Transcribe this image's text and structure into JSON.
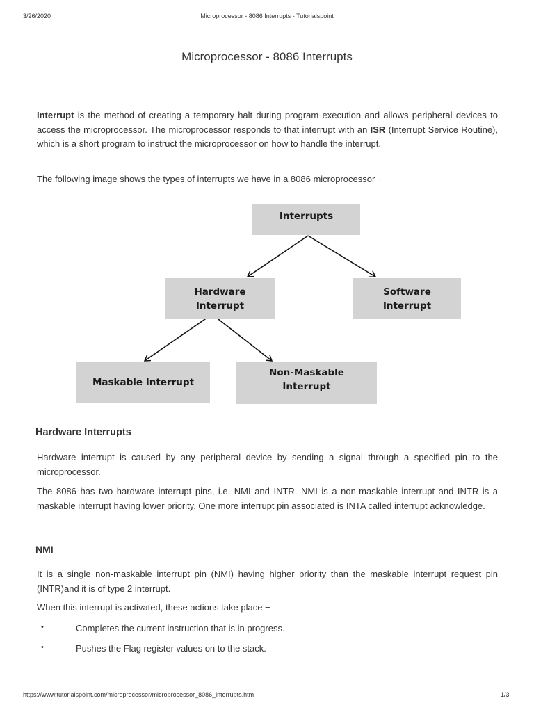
{
  "print_header": {
    "date": "3/26/2020",
    "title": "Microprocessor - 8086 Interrupts - Tutorialspoint"
  },
  "page_title": "Microprocessor - 8086 Interrupts",
  "intro": {
    "term": "Interrupt",
    "text1": " is the method of creating a temporary halt during program execution and allows peripheral devices to access the microprocessor. The microprocessor responds to that interrupt with an ",
    "isr": "ISR",
    "text2": " (Interrupt Service Routine), which is a short program to instruct the microprocessor on how to handle the interrupt."
  },
  "image_intro": "The following image shows the types of interrupts we have in a 8086 microprocessor −",
  "diagram": {
    "root": "Interrupts",
    "hardware": [
      "Hardware",
      "Interrupt"
    ],
    "software": [
      "Software",
      "Interrupt"
    ],
    "maskable": "Maskable Interrupt",
    "non_maskable": [
      "Non-Maskable",
      "Interrupt"
    ],
    "box_color": "#d3d3d3"
  },
  "hardware_section": {
    "heading": "Hardware Interrupts",
    "p1": "Hardware interrupt is caused by any peripheral device by sending a signal through a specified pin to the microprocessor.",
    "p2": "The 8086 has two hardware interrupt pins, i.e. NMI and INTR. NMI is a non-maskable interrupt and INTR is a maskable interrupt having lower priority. One more interrupt pin associated is INTA called interrupt acknowledge."
  },
  "nmi_section": {
    "heading": "NMI",
    "p1": "It is a single non-maskable interrupt pin (NMI) having higher priority than the maskable interrupt request pin (INTR)and it is of type 2 interrupt.",
    "p2": "When this interrupt is activated, these actions take place −",
    "items": [
      "Completes the current instruction that is in progress.",
      "Pushes the Flag register values on to the stack."
    ]
  },
  "print_footer": {
    "url": "https://www.tutorialspoint.com/microprocessor/microprocessor_8086_interrupts.htm",
    "page": "1/3"
  }
}
